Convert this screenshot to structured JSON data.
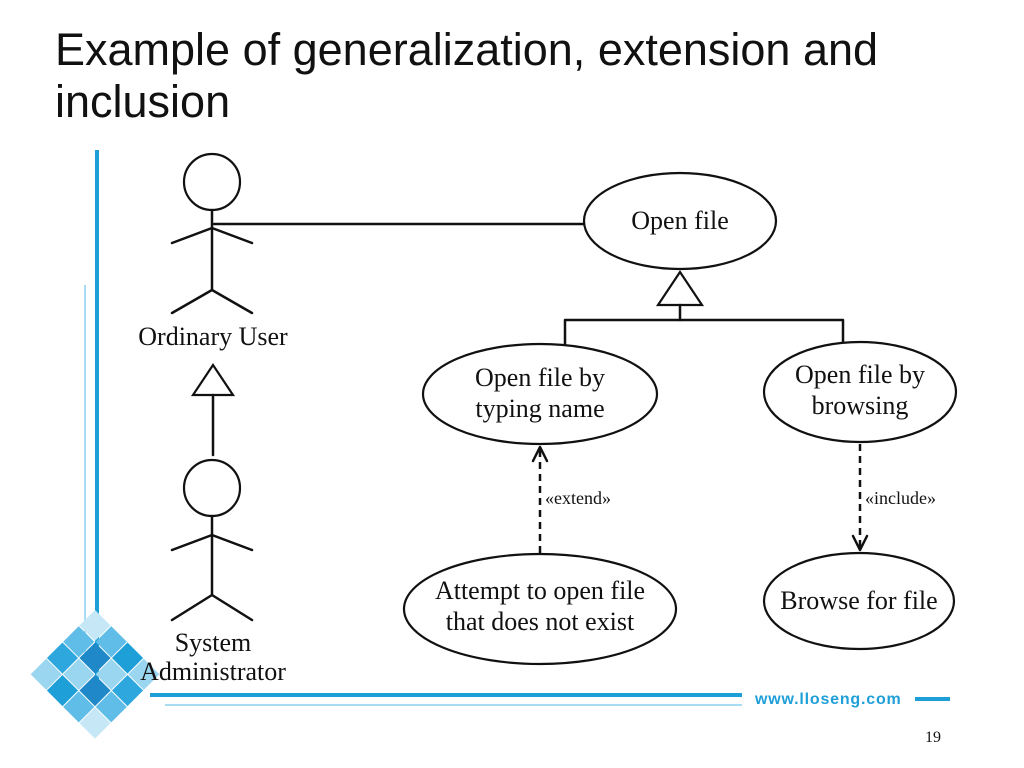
{
  "slide": {
    "title": "Example of generalization, extension and inclusion",
    "website": "www.lloseng.com",
    "page_number": "19"
  },
  "diagram": {
    "actors": [
      {
        "name_lines": [
          "Ordinary User"
        ]
      },
      {
        "name_lines": [
          "System",
          "Administrator"
        ]
      }
    ],
    "use_cases": [
      {
        "lines": [
          "Open file"
        ]
      },
      {
        "lines": [
          "Open file by",
          "typing name"
        ]
      },
      {
        "lines": [
          "Open file by",
          "browsing"
        ]
      },
      {
        "lines": [
          "Attempt to open file",
          "that does not exist"
        ]
      },
      {
        "lines": [
          "Browse for file"
        ]
      }
    ],
    "stereotypes": {
      "extend": "«extend»",
      "include": "«include»"
    }
  },
  "colors": {
    "accent": "#1e9fd8",
    "accent_light": "#a8dcf2",
    "ink": "#111111",
    "background": "#ffffff"
  },
  "icons": {
    "decoration": "blue-tile-pattern-icon",
    "actor": "stick-figure-icon"
  }
}
